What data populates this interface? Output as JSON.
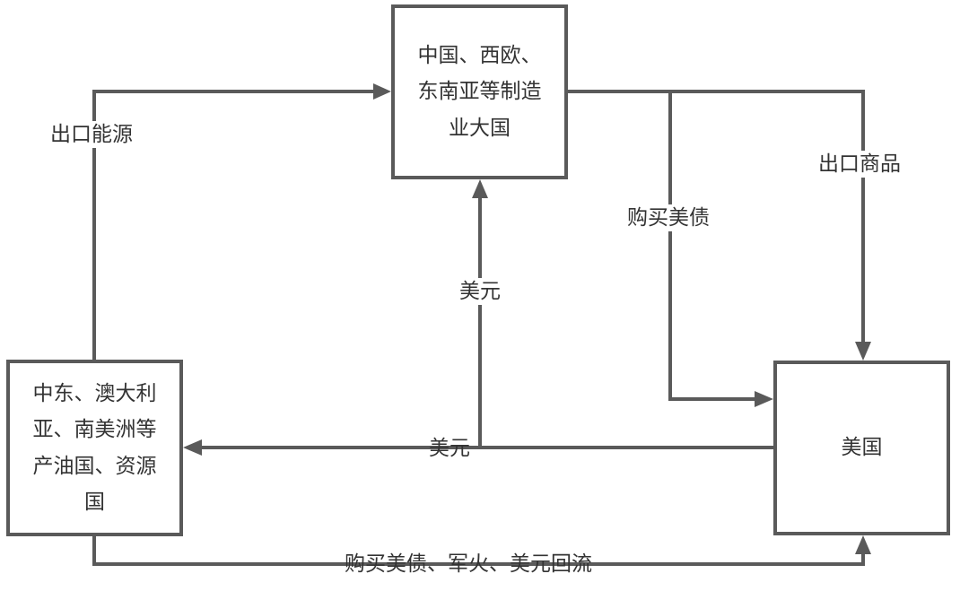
{
  "diagram": {
    "colors": {
      "line": "#5a5a5a",
      "text": "#333333",
      "background": "#ffffff"
    },
    "nodes": {
      "manufacturers": {
        "lines": [
          "中国、西欧、",
          "东南亚等制造",
          "业大国"
        ]
      },
      "oil_resource": {
        "lines": [
          "中东、澳大利",
          "亚、南美洲等",
          "产油国、资源",
          "国"
        ]
      },
      "usa": {
        "label": "美国"
      }
    },
    "edges": [
      {
        "id": "export-energy",
        "from": "oil_resource",
        "to": "manufacturers",
        "label": "出口能源"
      },
      {
        "id": "export-goods",
        "from": "manufacturers",
        "to": "usa",
        "label": "出口商品"
      },
      {
        "id": "buy-bonds",
        "from": "manufacturers",
        "to": "usa",
        "label": "购买美债"
      },
      {
        "id": "usd-to-manufacturers",
        "from": "usa",
        "to": "manufacturers",
        "label": "美元"
      },
      {
        "id": "usd-to-oil",
        "from": "usa",
        "to": "oil_resource",
        "label": "美元"
      },
      {
        "id": "recycle",
        "from": "oil_resource",
        "to": "usa",
        "label": "购买美债、军火、美元回流"
      }
    ]
  }
}
